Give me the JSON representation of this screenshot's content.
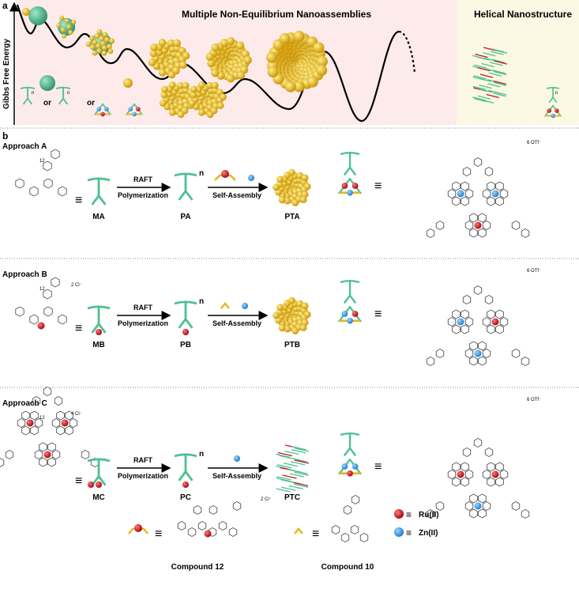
{
  "panel_a": {
    "label": "a",
    "y_axis": "Gibbs Free Energy",
    "title_left": "Multiple Non-Equilibrium Nanoassemblies",
    "title_right": "Helical Nanostructure",
    "or1": "or",
    "or2": "or",
    "n1": "n",
    "n2": "n",
    "n3": "n"
  },
  "panel_b": {
    "label": "b",
    "approaches": [
      {
        "title": "Approach A",
        "monomer": "MA",
        "polymer": "PA",
        "assembly": "PTA",
        "arrow1_top": "RAFT",
        "arrow1_bottom": "Polymerization",
        "arrow2_bottom": "Self-Assembly",
        "subscript": "12",
        "counterion": "6 OTf⁻",
        "n": "n"
      },
      {
        "title": "Approach B",
        "monomer": "MB",
        "polymer": "PB",
        "assembly": "PTB",
        "arrow1_top": "RAFT",
        "arrow1_bottom": "Polymerization",
        "arrow2_bottom": "Self-Assembly",
        "subscript": "12",
        "counterion": "6 OTf⁻",
        "monomer_counterion": "2 Cl⁻",
        "n": "n"
      },
      {
        "title": "Approach C",
        "monomer": "MC",
        "polymer": "PC",
        "assembly": "PTC",
        "arrow1_top": "RAFT",
        "arrow1_bottom": "Polymerization",
        "arrow2_bottom": "Self-Assembly",
        "subscript": "12",
        "counterion": "6 OTf⁻",
        "monomer_counterion": "4 Cl⁻",
        "n": "n"
      }
    ],
    "equiv": "≡",
    "compound12": {
      "label": "Compound 12",
      "counterion": "2 Cl⁻"
    },
    "compound10": {
      "label": "Compound 10"
    },
    "legend": [
      {
        "label": "Ru(II)",
        "color": "#c8141c"
      },
      {
        "label": "Zn(II)",
        "color": "#2a9be8"
      }
    ]
  },
  "colors": {
    "pink_bg": "#fcebea",
    "yellow_bg": "#fbf8e3",
    "green": "#4fbf92",
    "gold": "#e6b820",
    "ru": "#c8141c",
    "zn": "#2a9be8"
  }
}
